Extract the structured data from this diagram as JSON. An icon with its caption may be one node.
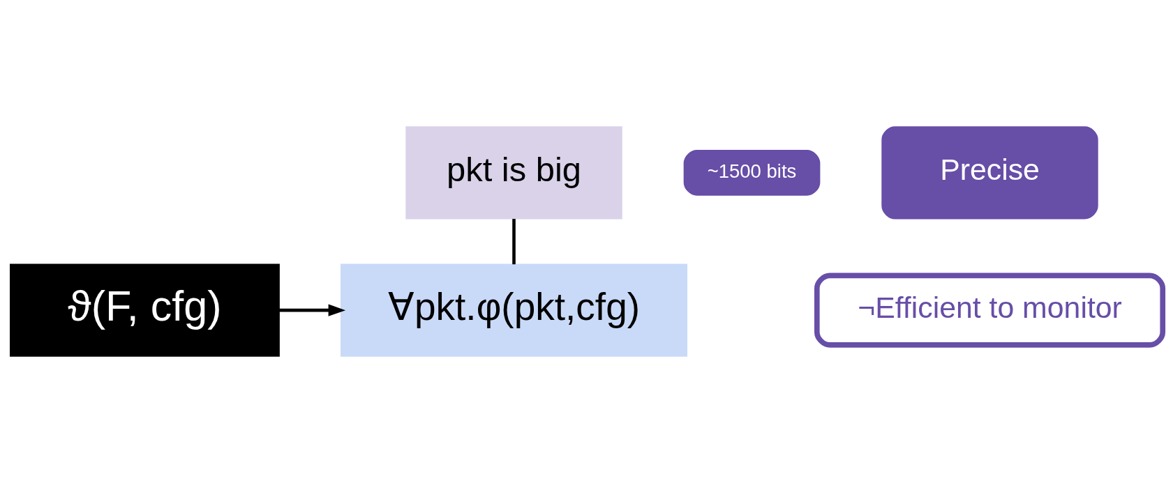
{
  "diagram": {
    "nodes": [
      {
        "text": [
          "ϑ(F, cfg)"
        ]
      },
      {
        "text": [
          "∀pkt.φ(pkt,cfg)"
        ]
      },
      {
        "text": [
          "~1500 bits"
        ]
      },
      {
        "text": [
          "Precise"
        ]
      },
      {
        "text": [
          "pkt is big"
        ]
      },
      {
        "text": [
          "¬Efficient to monitor"
        ]
      }
    ],
    "edges": [
      {
        "from": 0,
        "to": 1,
        "arrow": "to"
      },
      {
        "from": 4,
        "to": 1,
        "arrow": "none"
      }
    ]
  }
}
